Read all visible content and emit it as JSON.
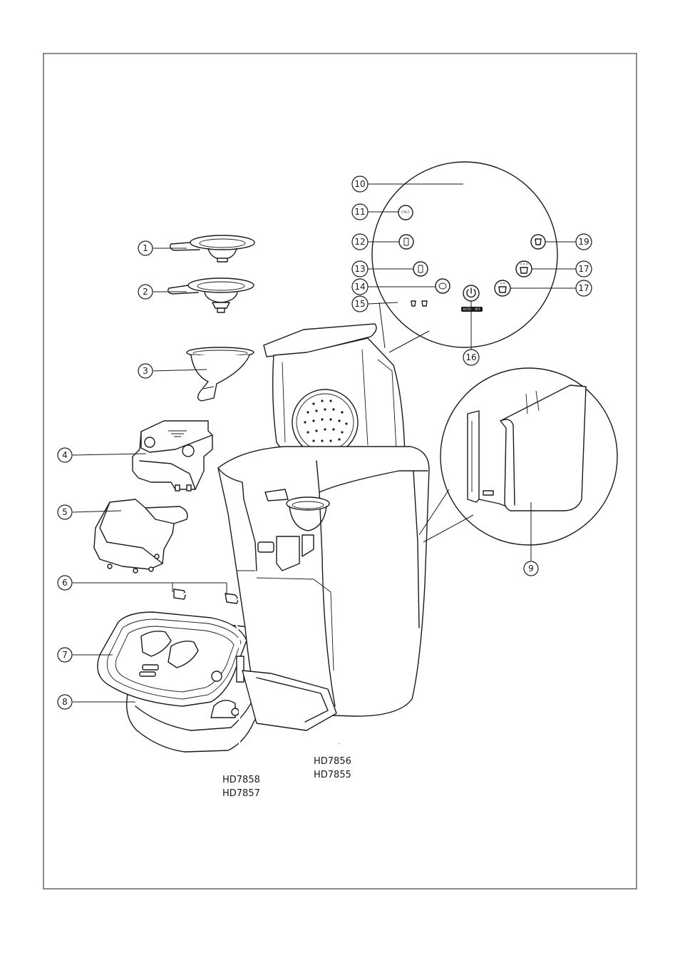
{
  "callouts": [
    {
      "id": "1",
      "label": "1"
    },
    {
      "id": "2",
      "label": "2"
    },
    {
      "id": "3",
      "label": "3"
    },
    {
      "id": "4",
      "label": "4"
    },
    {
      "id": "5",
      "label": "5"
    },
    {
      "id": "6",
      "label": "6"
    },
    {
      "id": "7",
      "label": "7"
    },
    {
      "id": "8",
      "label": "8"
    },
    {
      "id": "9",
      "label": "9"
    },
    {
      "id": "10",
      "label": "10"
    },
    {
      "id": "11",
      "label": "11"
    },
    {
      "id": "12",
      "label": "12"
    },
    {
      "id": "13",
      "label": "13"
    },
    {
      "id": "14",
      "label": "14"
    },
    {
      "id": "15",
      "label": "15"
    },
    {
      "id": "16",
      "label": "16"
    },
    {
      "id": "17a",
      "label": "17"
    },
    {
      "id": "17b",
      "label": "17"
    },
    {
      "id": "19",
      "label": "19"
    }
  ],
  "panel": {
    "calc_button": "CALC",
    "auto_off_left": "AUTO",
    "auto_off_right": "OFF"
  },
  "models": {
    "group_a_line1": "HD7858",
    "group_a_line2": "HD7857",
    "group_b_line1": "HD7856",
    "group_b_line2": "HD7855"
  }
}
